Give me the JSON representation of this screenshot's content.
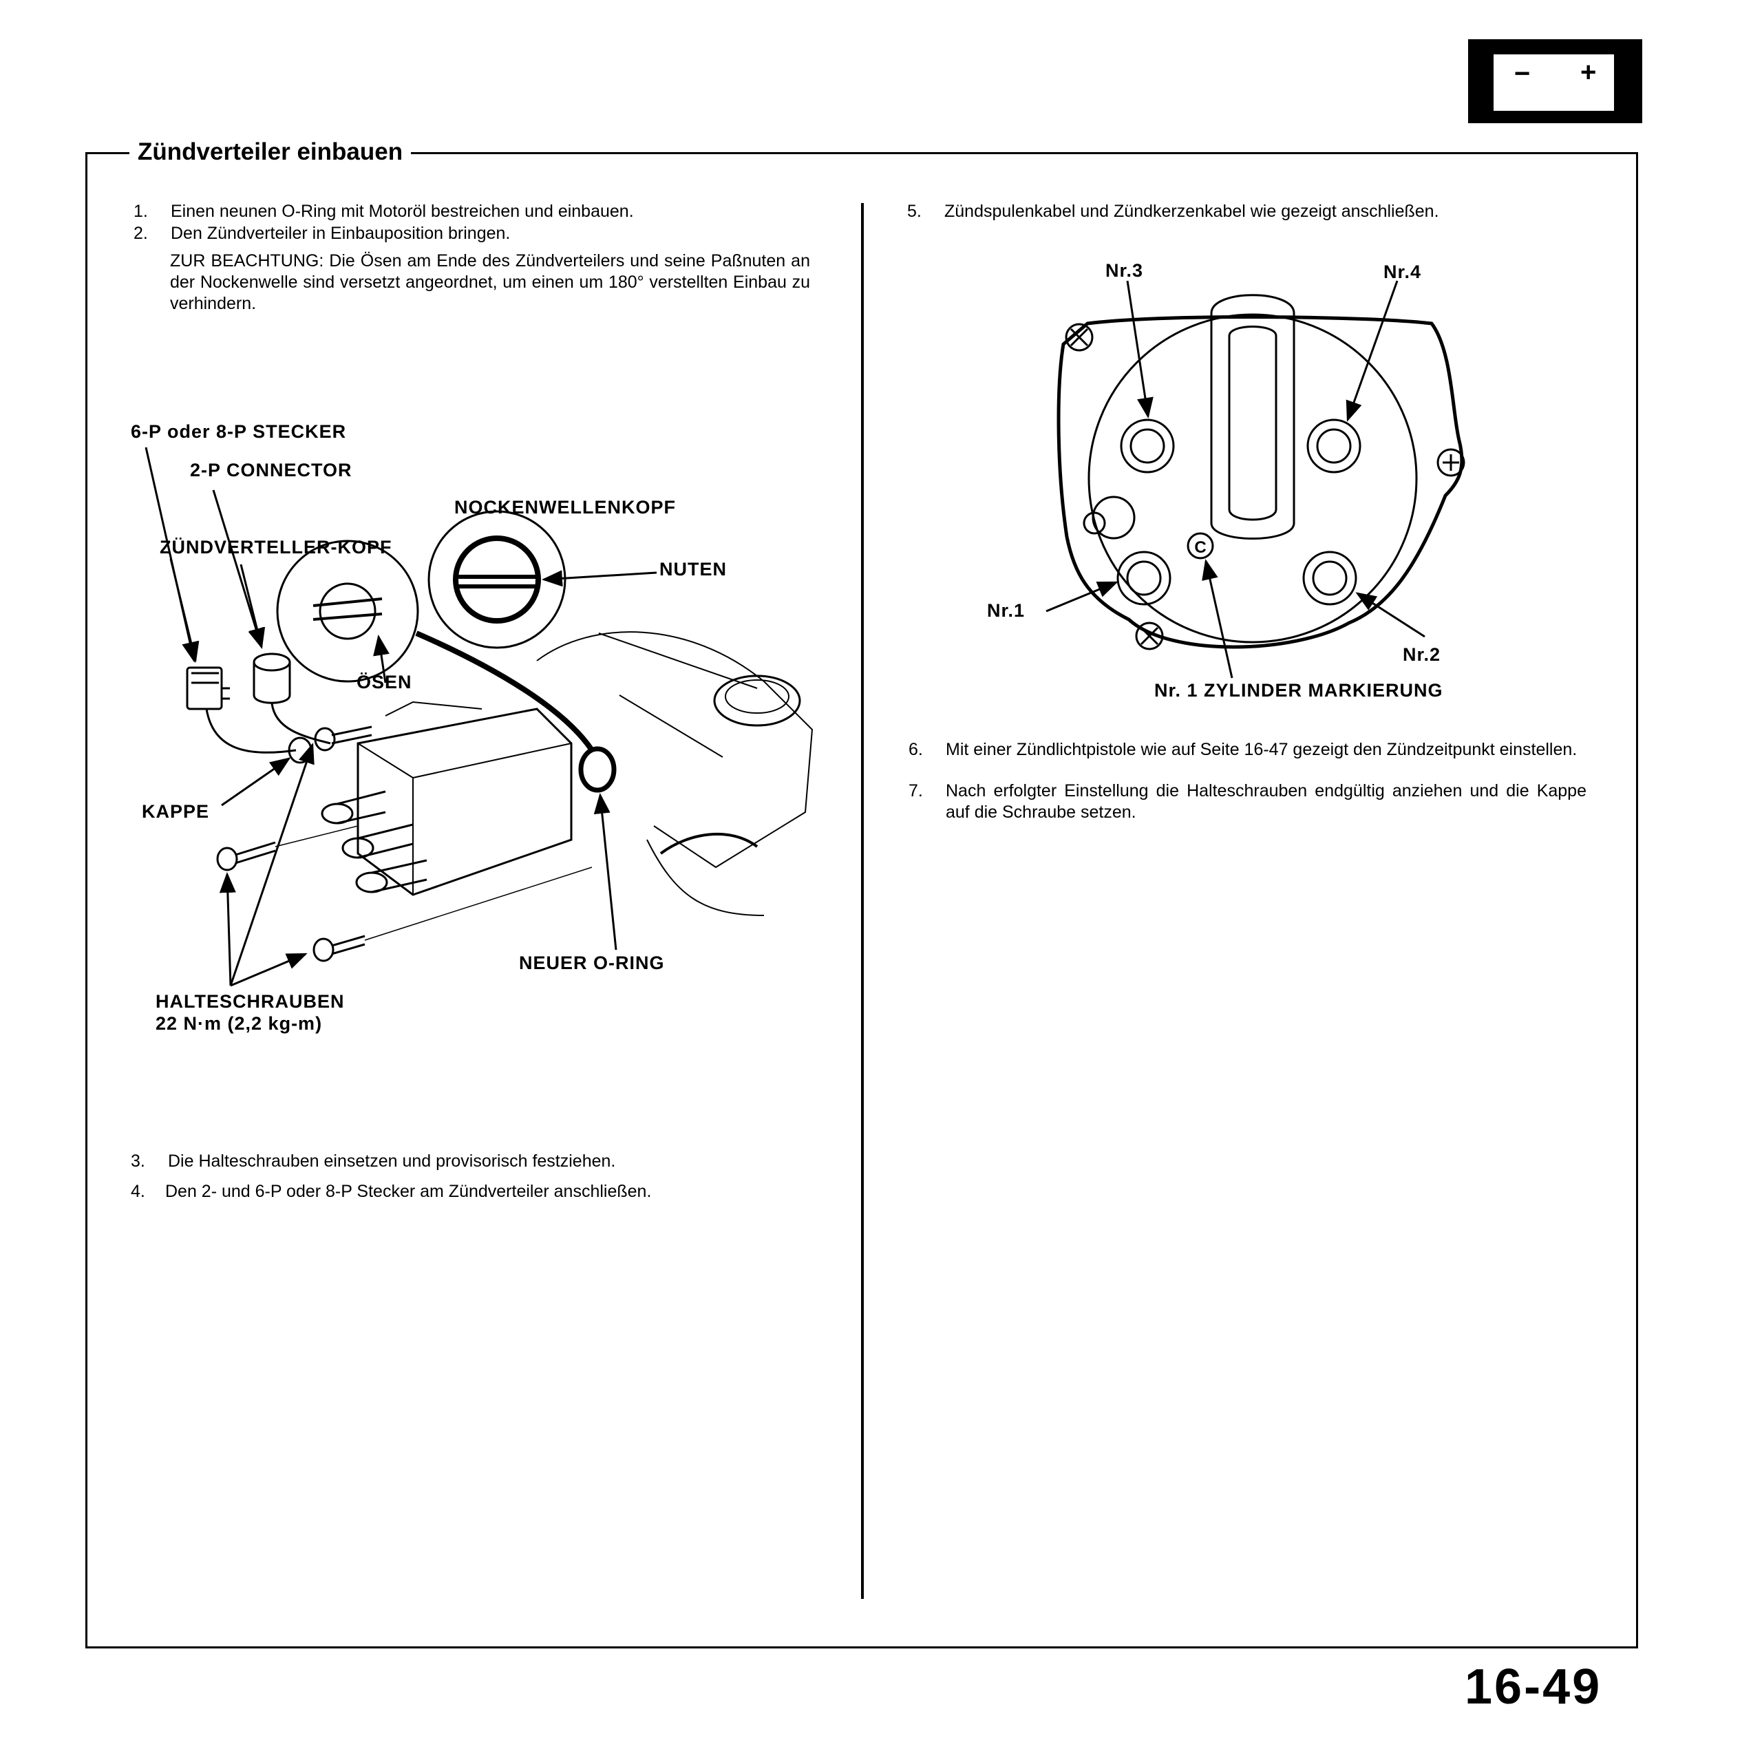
{
  "header": {
    "battery_icon": "battery-icon",
    "minus": "−",
    "plus": "+"
  },
  "section": {
    "title": "Zündverteiler einbauen"
  },
  "left": {
    "step1_num": "1.",
    "step1": "Einen neunen O-Ring mit Motoröl bestreichen und einbauen.",
    "step2_num": "2.",
    "step2": "Den Zündverteiler in Einbauposition bringen.",
    "note": "ZUR BEACHTUNG: Die Ösen am Ende des Zündverteilers und seine Paßnuten an der Nockenwelle sind versetzt angeordnet, um einen um 180° verstellten Einbau zu verhindern.",
    "step3_num": "3.",
    "step3": "Die Halteschrauben einsetzen und provisorisch festziehen.",
    "step4_num": "4.",
    "step4": "Den 2- und 6-P oder 8-P Stecker am Zündverteiler anschließen."
  },
  "figure1": {
    "stecker": "6-P oder 8-P STECKER",
    "connector": "2-P CONNECTOR",
    "nockenwellenkopf": "NOCKENWELLENKOPF",
    "verteilerkopf": "ZÜNDVERTELLER-KOPF",
    "nuten": "NUTEN",
    "oesen": "ÖSEN",
    "kappe": "KAPPE",
    "oring": "NEUER O-RING",
    "halteschrauben": "HALTESCHRAUBEN",
    "torque": "22 N·m (2,2 kg-m)"
  },
  "right": {
    "step5_num": "5.",
    "step5": "Zündspulenkabel und Zündkerzenkabel wie gezeigt anschließen.",
    "step6_num": "6.",
    "step6": "Mit einer Zündlichtpistole wie auf Seite 16-47 gezeigt den Zündzeitpunkt einstellen.",
    "step7_num": "7.",
    "step7": "Nach erfolgter Einstellung die Halteschrauben endgültig anziehen und die Kappe auf die Schraube setzen."
  },
  "figure2": {
    "nr3": "Nr.3",
    "nr4": "Nr.4",
    "nr1": "Nr.1",
    "nr2": "Nr.2",
    "c_mark": "C",
    "marking": "Nr. 1 ZYLINDER MARKIERUNG"
  },
  "page_number": "16-49"
}
